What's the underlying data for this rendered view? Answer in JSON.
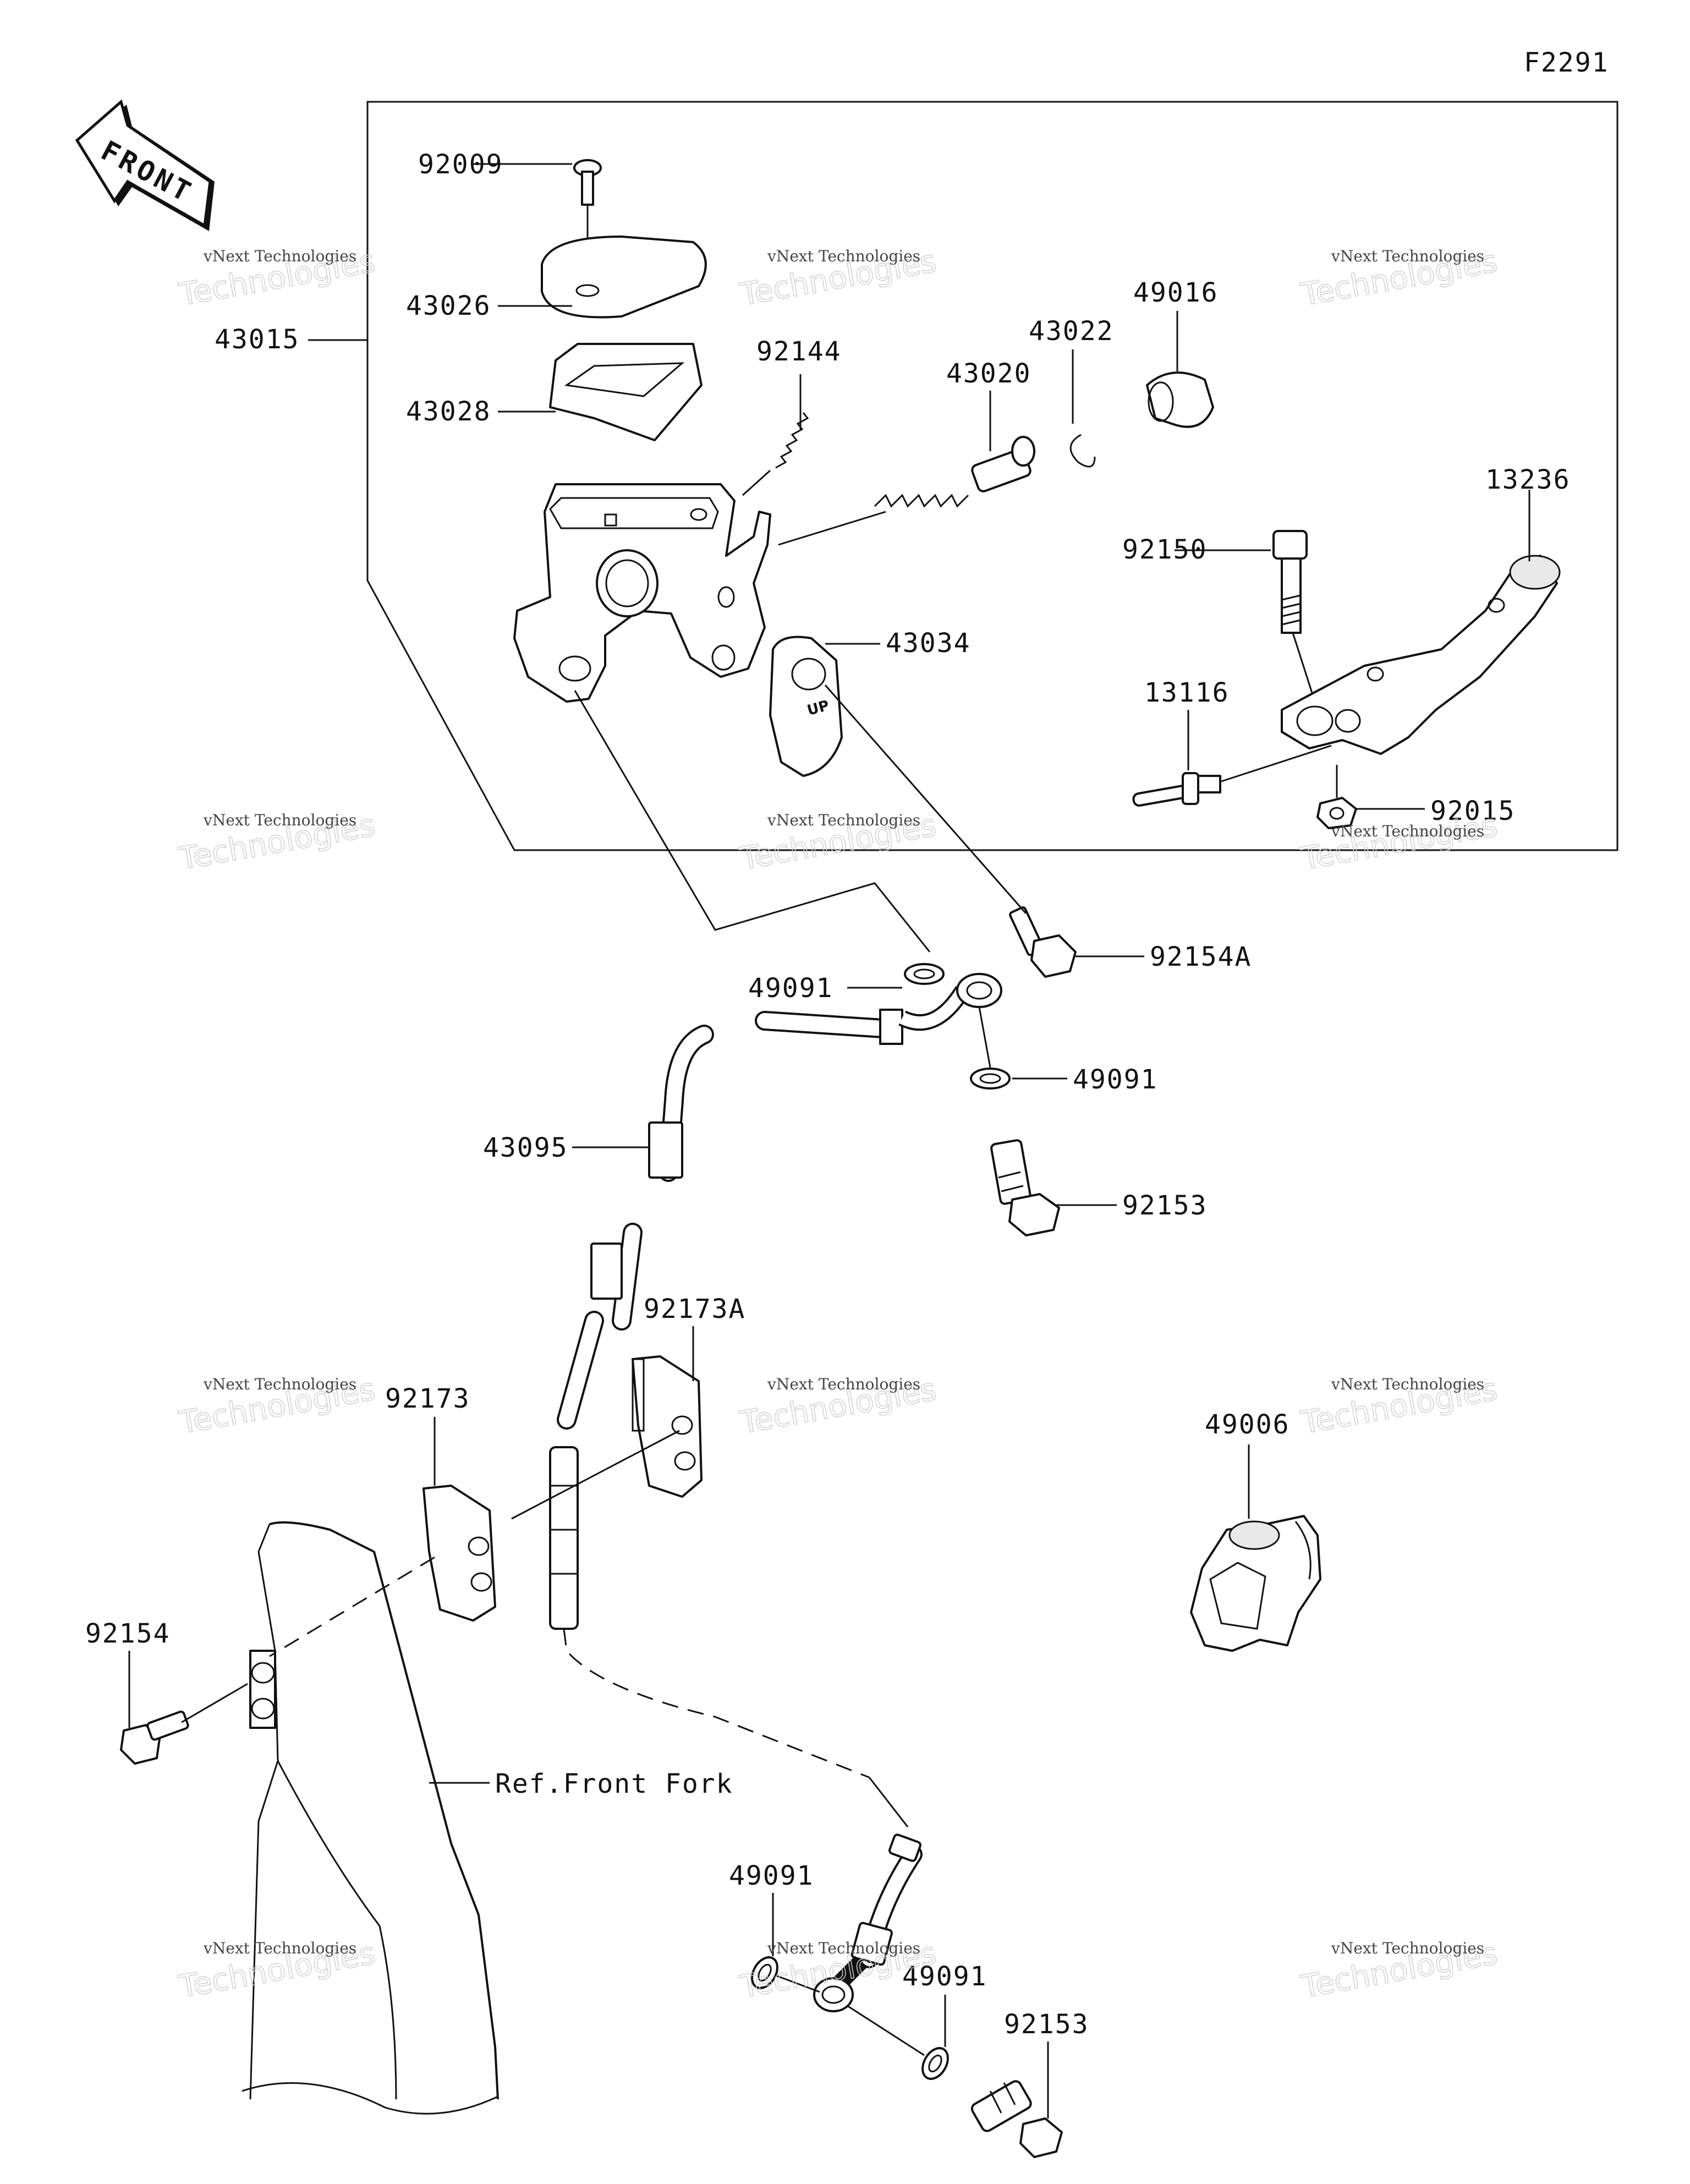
{
  "diagram_code": "F2291",
  "front_arrow": {
    "text": "FRONT",
    "icon": "front-arrow-icon"
  },
  "reference_note": "Ref.Front Fork",
  "watermark": {
    "line1": "vNext Technologies",
    "line2": "Technologies",
    "logo_text": "vNext"
  },
  "labels": {
    "p92009": "92009",
    "p43026": "43026",
    "p43015": "43015",
    "p43028": "43028",
    "p92144": "92144",
    "p43020": "43020",
    "p43022": "43022",
    "p49016": "49016",
    "p13236": "13236",
    "p92150": "92150",
    "p43034": "43034",
    "p13116": "13116",
    "p92015": "92015",
    "p92154A": "92154A",
    "p49091a": "49091",
    "p49091b": "49091",
    "p43095": "43095",
    "p92153a": "92153",
    "p92173A": "92173A",
    "p92173": "92173",
    "p49006": "49006",
    "p92154": "92154",
    "p49091c": "49091",
    "p49091d": "49091",
    "p92153b": "92153"
  },
  "stamp_text": "UP"
}
